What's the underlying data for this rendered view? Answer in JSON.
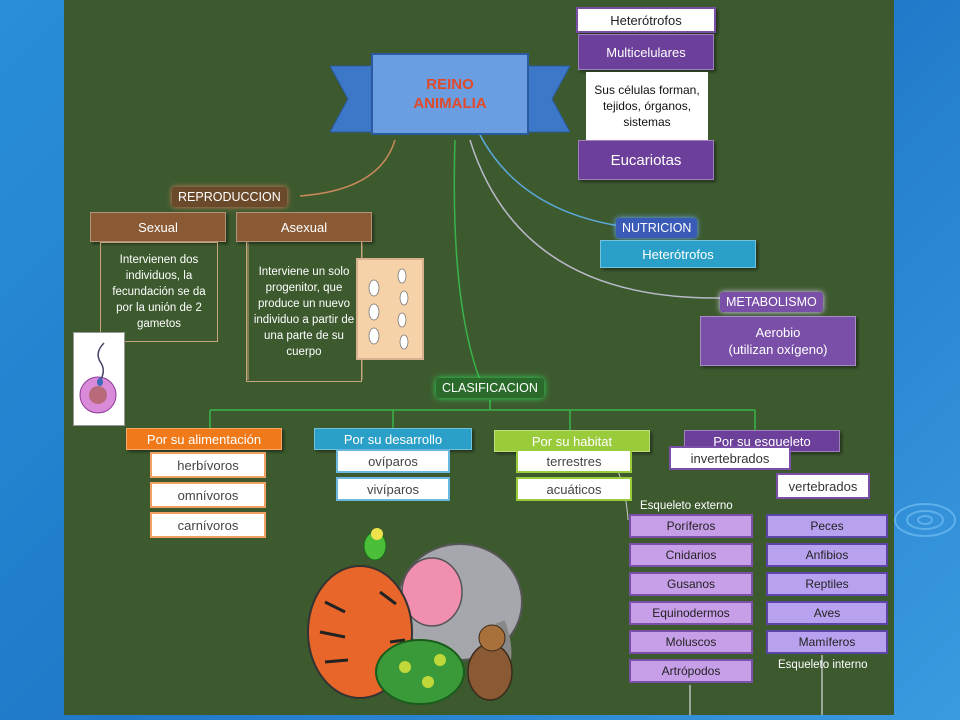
{
  "title": "REINO\nANIMALIA",
  "top": {
    "t1": "Heterótrofos",
    "t2": "Multicelulares",
    "t3": "Sus células forman, tejidos, órganos, sistemas",
    "t4": "Eucariotas"
  },
  "repro": {
    "label": "REPRODUCCION",
    "sexual": "Sexual",
    "asexual": "Asexual",
    "sexual_desc": "Intervienen dos individuos, la fecundación se da por la unión de 2 gametos",
    "asexual_desc": "Interviene un solo progenitor, que produce un nuevo individuo a partir de una parte de su cuerpo"
  },
  "nutricion": {
    "label": "NUTRICION",
    "value": "Heterótrofos"
  },
  "metab": {
    "label": "METABOLISMO",
    "value": "Aerobio\n(utilizan oxígeno)"
  },
  "clasif": {
    "label": "CLASIFICACION",
    "alim": "Por su alimentación",
    "alim_items": [
      "herbívoros",
      "omnívoros",
      "carnívoros"
    ],
    "desa": "Por su desarrollo",
    "desa_items": [
      "ovíparos",
      "vivíparos"
    ],
    "hab": "Por su habitat",
    "hab_items": [
      "terrestres",
      "acuáticos"
    ],
    "esq": "Por su esqueleto",
    "inv": "invertebrados",
    "vert": "vertebrados",
    "ext_label": "Esqueleto externo",
    "int_label": "Esqueleto interno",
    "inv_items": [
      "Poríferos",
      "Cnidarios",
      "Gusanos",
      "Equinodermos",
      "Moluscos",
      "Artrópodos"
    ],
    "vert_items": [
      "Peces",
      "Anfibios",
      "Reptiles",
      "Aves",
      "Mamíferos"
    ]
  }
}
